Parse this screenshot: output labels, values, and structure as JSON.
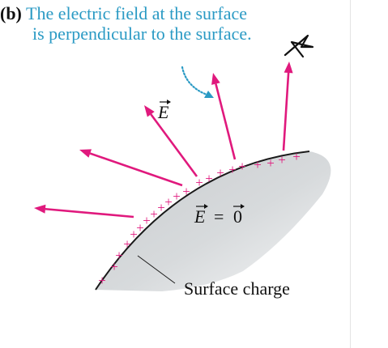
{
  "figure": {
    "part_label": "(b)",
    "caption_line1": "The electric field at the surface",
    "caption_line2": "is perpendicular to the surface.",
    "field_label": "E",
    "inside_field_lhs": "E",
    "inside_field_eq": "=",
    "inside_field_rhs": "0",
    "surface_charge_label": "Surface charge",
    "charge_sign": "+",
    "handwritten_mark": "star-scribble"
  },
  "colors": {
    "caption": "#2a9ac4",
    "field_arrow": "#e0197d",
    "charge": "#e0197d",
    "conductor_fill": "#d4d7d9",
    "surface_line": "#1a1a1a"
  }
}
